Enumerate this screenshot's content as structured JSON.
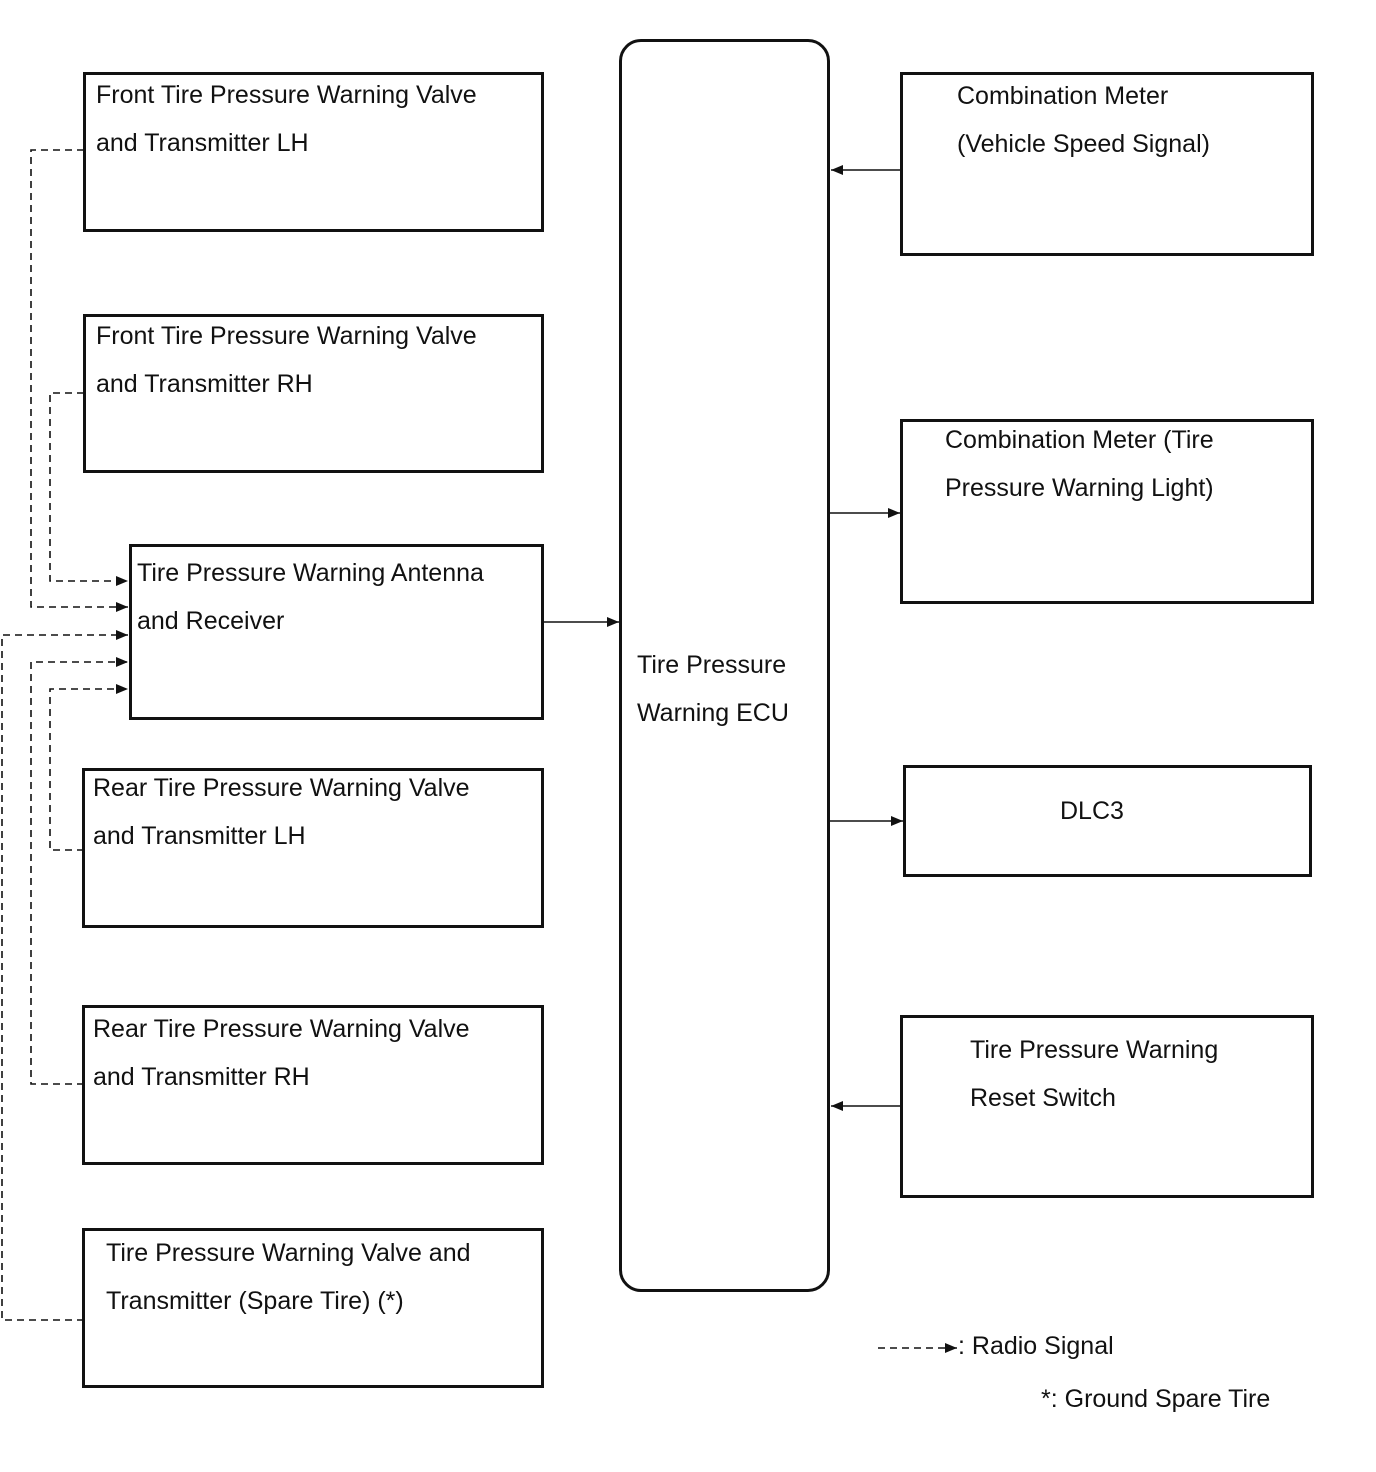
{
  "left_components": {
    "front_lh": {
      "line1": "Front Tire Pressure Warning Valve",
      "line2": "and Transmitter LH"
    },
    "front_rh": {
      "line1": "Front Tire Pressure Warning Valve",
      "line2": "and Transmitter RH"
    },
    "antenna": {
      "line1": "Tire Pressure Warning Antenna",
      "line2": "and Receiver"
    },
    "rear_lh": {
      "line1": "Rear Tire Pressure Warning Valve",
      "line2": "and Transmitter LH"
    },
    "rear_rh": {
      "line1": "Rear Tire Pressure Warning Valve",
      "line2": "and Transmitter RH"
    },
    "spare": {
      "line1": "Tire Pressure Warning Valve and",
      "line2": "Transmitter (Spare Tire) (*)"
    }
  },
  "ecu": {
    "line1": "Tire Pressure",
    "line2": "Warning ECU"
  },
  "right_components": {
    "speed": {
      "line1": "Combination Meter",
      "line2": "(Vehicle Speed Signal)"
    },
    "warning_light": {
      "line1": "Combination Meter (Tire",
      "line2": "Pressure Warning Light)"
    },
    "dlc3": {
      "line1": "DLC3"
    },
    "reset": {
      "line1": "Tire Pressure Warning",
      "line2": "Reset Switch"
    }
  },
  "legend": {
    "radio": ": Radio Signal",
    "ground_spare": "*: Ground Spare Tire"
  },
  "colors": {
    "line": "#111111",
    "background": "#ffffff"
  }
}
